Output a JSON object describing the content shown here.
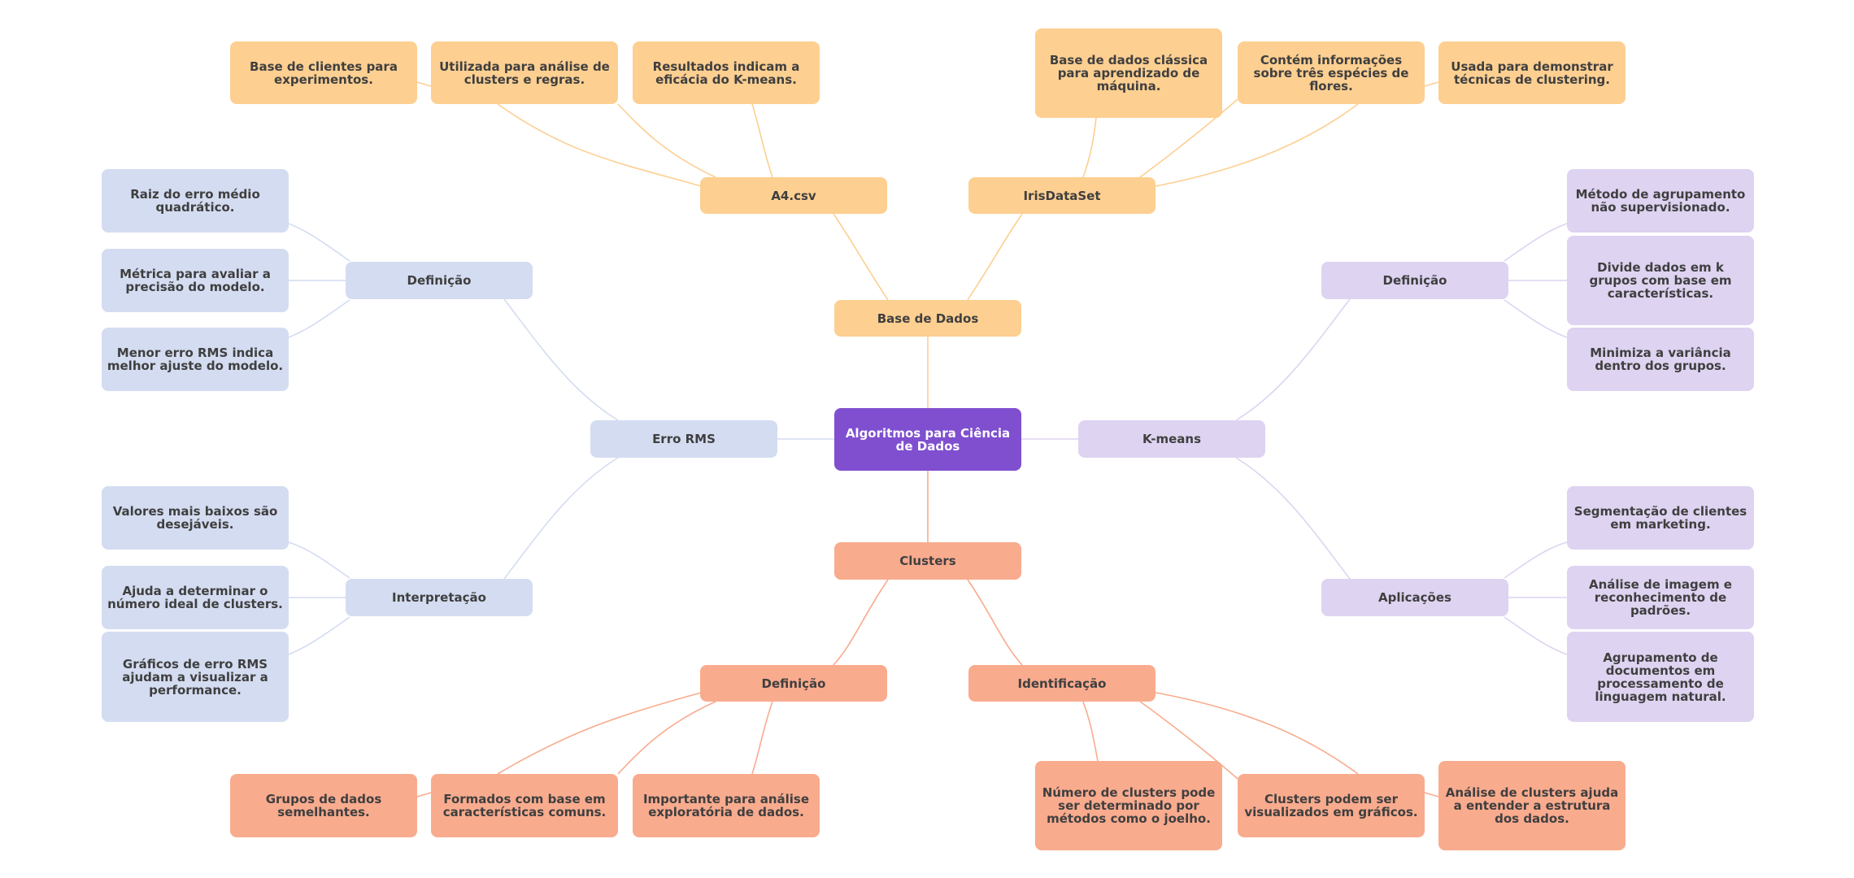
{
  "colors": {
    "root": "#7f4fd0",
    "base_de_dados": "#fdcf91",
    "clusters": "#f9ab8e",
    "erro_rms": "#d4dcf1",
    "k_means": "#ded3f1"
  },
  "mindmap": {
    "root": "Algoritmos para Ciência de Dados",
    "base_de_dados": {
      "label": "Base de Dados",
      "a4csv": {
        "label": "A4.csv",
        "leaves": [
          "Base de clientes para experimentos.",
          "Utilizada para análise de clusters e regras.",
          "Resultados indicam a eficácia do K-means."
        ]
      },
      "iris": {
        "label": "IrisDataSet",
        "leaves": [
          "Base de dados clássica para aprendizado de máquina.",
          "Contém informações sobre três espécies de flores.",
          "Usada para demonstrar técnicas de clustering."
        ]
      }
    },
    "clusters": {
      "label": "Clusters",
      "definicao": {
        "label": "Definição",
        "leaves": [
          "Grupos de dados semelhantes.",
          "Formados com base em características comuns.",
          "Importante para análise exploratória de dados."
        ]
      },
      "identificacao": {
        "label": "Identificação",
        "leaves": [
          "Número de clusters pode ser determinado por métodos como o joelho.",
          "Clusters podem ser visualizados em gráficos.",
          "Análise de clusters ajuda a entender a estrutura dos dados."
        ]
      }
    },
    "erro_rms": {
      "label": "Erro RMS",
      "definicao": {
        "label": "Definição",
        "leaves": [
          "Raiz do erro médio quadrático.",
          "Métrica para avaliar a precisão do modelo.",
          "Menor erro RMS indica melhor ajuste do modelo."
        ]
      },
      "interpretacao": {
        "label": "Interpretação",
        "leaves": [
          "Valores mais baixos são desejáveis.",
          "Ajuda a determinar o número ideal de clusters.",
          "Gráficos de erro RMS ajudam a visualizar a performance."
        ]
      }
    },
    "k_means": {
      "label": "K-means",
      "definicao": {
        "label": "Definição",
        "leaves": [
          "Método de agrupamento não supervisionado.",
          "Divide dados em k grupos com base em características.",
          "Minimiza a variância dentro dos grupos."
        ]
      },
      "aplicacoes": {
        "label": "Aplicações",
        "leaves": [
          "Segmentação de clientes em marketing.",
          "Análise de imagem e reconhecimento de padrões.",
          "Agrupamento de documentos em processamento de linguagem natural."
        ]
      }
    }
  }
}
